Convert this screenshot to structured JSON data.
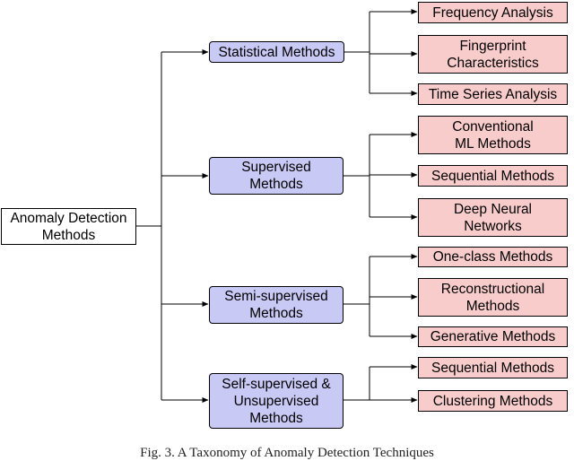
{
  "root": {
    "label": "Anomaly Detection\nMethods"
  },
  "categories": [
    {
      "label": "Statistical Methods",
      "children": [
        "Frequency Analysis",
        "Fingerprint\nCharacteristics",
        "Time Series Analysis"
      ]
    },
    {
      "label": "Supervised\nMethods",
      "children": [
        "Conventional\nML Methods",
        "Sequential Methods",
        "Deep Neural\nNetworks"
      ]
    },
    {
      "label": "Semi-supervised\nMethods",
      "children": [
        "One-class Methods",
        "Reconstructional\nMethods",
        "Generative Methods"
      ]
    },
    {
      "label": "Self-supervised &\nUnsupervised\nMethods",
      "children": [
        "Sequential Methods",
        "Clustering Methods"
      ]
    }
  ],
  "colors": {
    "category_fill": "#c9c9f5",
    "leaf_fill": "#f9cccc",
    "root_fill": "#ffffff",
    "line": "#000000"
  },
  "caption": "Fig. 3.  A Taxonomy of Anomaly Detection Techniques"
}
